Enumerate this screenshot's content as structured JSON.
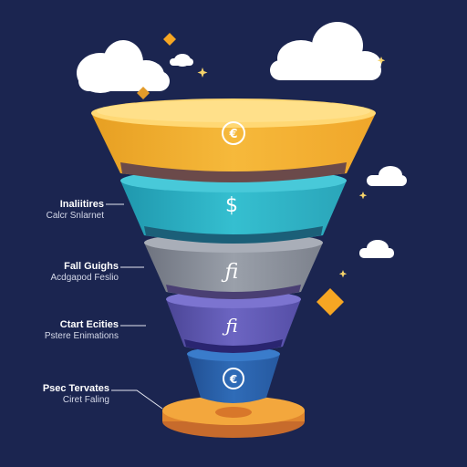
{
  "colors": {
    "background": "#1b2550",
    "tier1": "#f2b233",
    "tier2": "#2fb3c5",
    "tier3": "#8a8f99",
    "tier4": "#5e57b0",
    "tier5": "#2b61a8",
    "base": "#f0a83a",
    "diamond": "#f6a623",
    "cloud": "#ffffff"
  },
  "tiers": [
    {
      "symbol": "€"
    },
    {
      "symbol": "$"
    },
    {
      "symbol": "ƒi"
    },
    {
      "symbol": "ƒi"
    },
    {
      "symbol": "€"
    }
  ],
  "labels": [
    {
      "title": "Inaliitires",
      "subtitle": "Calcr Snlarnet"
    },
    {
      "title": "Fall Guighs",
      "subtitle": "Acdgapod Feslio"
    },
    {
      "title": "Ctart Ecities",
      "subtitle": "Pstere Enimations"
    },
    {
      "title": "Psec Tervates",
      "subtitle": "Ciret Faling"
    }
  ],
  "icons": [
    "cloud-icon",
    "diamond-icon",
    "sparkle-icon"
  ]
}
